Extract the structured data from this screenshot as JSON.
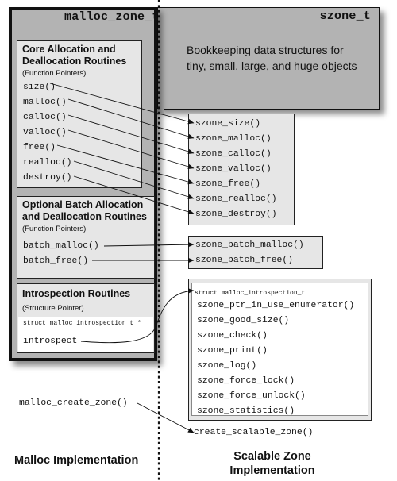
{
  "malloc_zone": {
    "title": "malloc_zone_t",
    "core": {
      "title_line1": "Core Allocation and",
      "title_line2": "Deallocation Routines",
      "subtitle": "(Function Pointers)",
      "functions": [
        "size()",
        "malloc()",
        "calloc()",
        "valloc()",
        "free()",
        "realloc()",
        "destroy()"
      ]
    },
    "batch": {
      "title_line1": "Optional Batch Allocation",
      "title_line2": "and Deallocation Routines",
      "subtitle": "(Function Pointers)",
      "functions": [
        "batch_malloc()",
        "batch_free()"
      ]
    },
    "introspection": {
      "title": "Introspection Routines",
      "subtitle": "(Structure Pointer)",
      "struct_label": "struct malloc_introspection_t *",
      "field": "introspect"
    }
  },
  "szone": {
    "title": "szone_t",
    "description_line1": "Bookkeeping data structures for",
    "description_line2": "tiny, small, large, and huge objects",
    "core_functions": [
      "szone_size()",
      "szone_malloc()",
      "szone_calloc()",
      "szone_valloc()",
      "szone_free()",
      "szone_realloc()",
      "szone_destroy()"
    ],
    "batch_functions": [
      "szone_batch_malloc()",
      "szone_batch_free()"
    ],
    "introspection": {
      "struct_label": "struct malloc_introspection_t",
      "functions": [
        "szone_ptr_in_use_enumerator()",
        "szone_good_size()",
        "szone_check()",
        "szone_print()",
        "szone_log()",
        "szone_force_lock()",
        "szone_force_unlock()",
        "szone_statistics()"
      ]
    }
  },
  "create": {
    "malloc_create_zone": "malloc_create_zone()",
    "create_scalable_zone": "create_scalable_zone()"
  },
  "footer": {
    "left": "Malloc Implementation",
    "right_line1": "Scalable Zone",
    "right_line2": "Implementation"
  }
}
